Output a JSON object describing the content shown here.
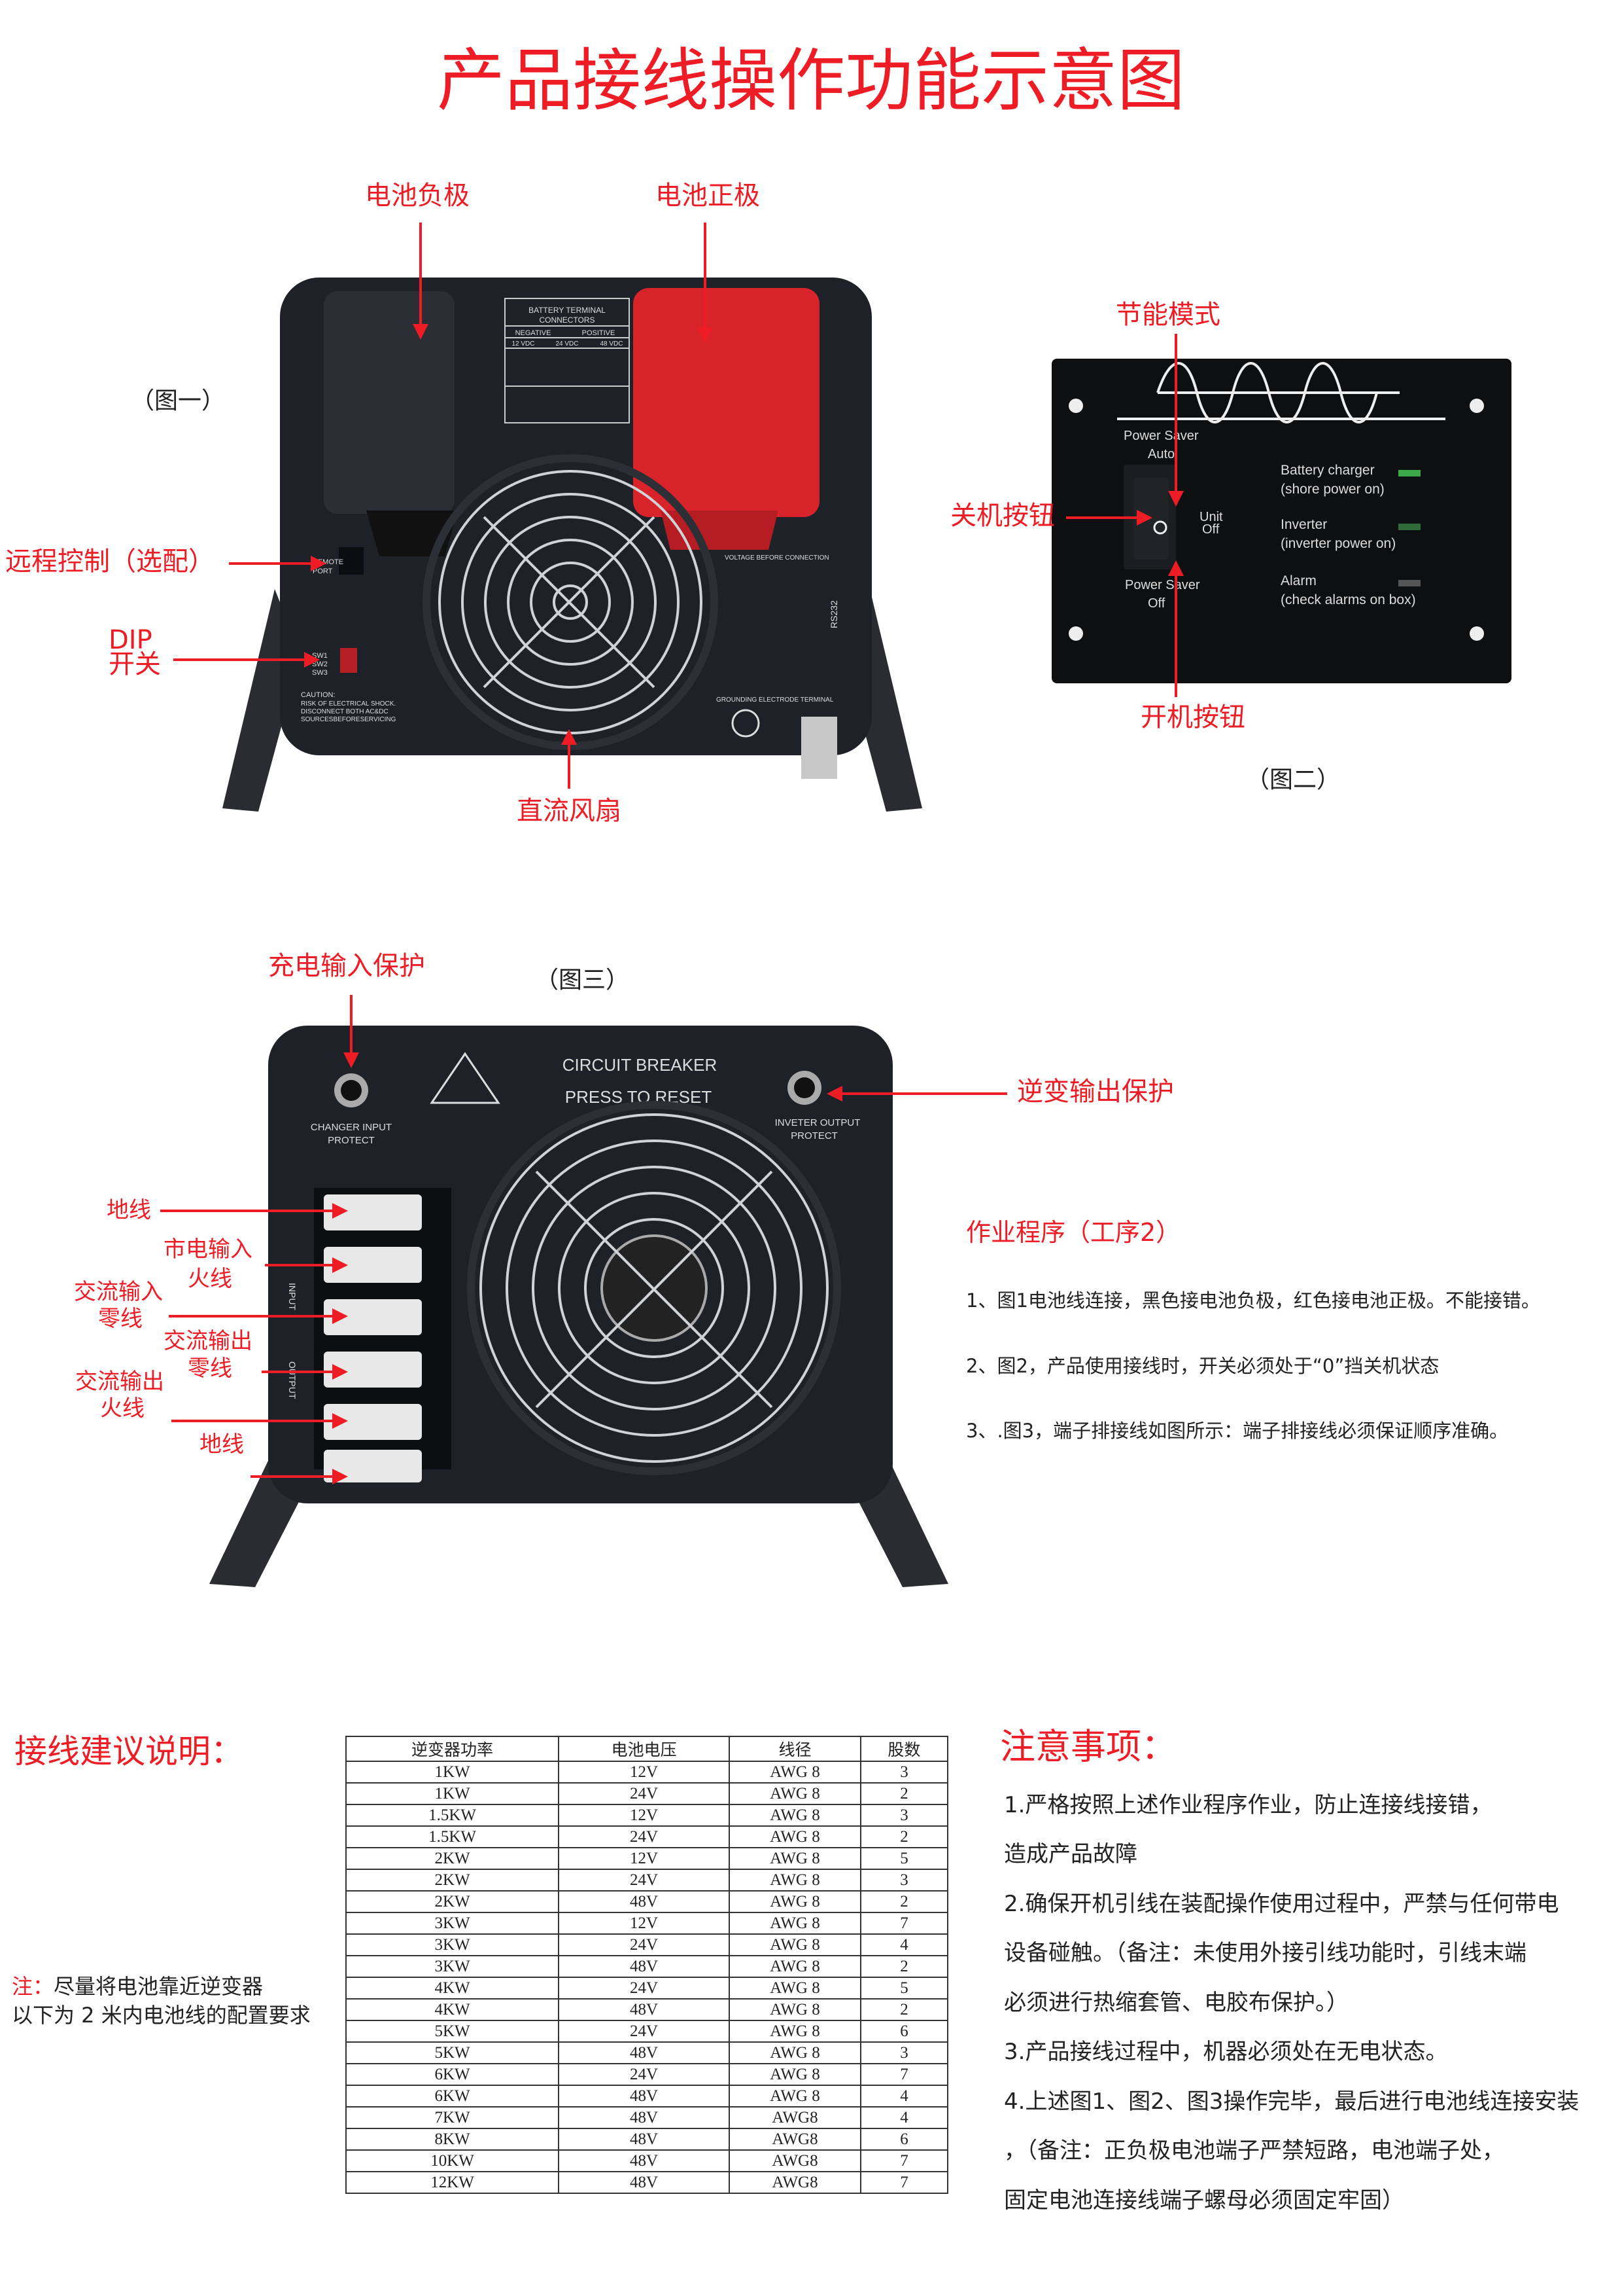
{
  "title": "产品接线操作功能示意图",
  "colors": {
    "accent": "#ee1c25",
    "device_body": "#1e2128",
    "positive_cover": "#d8232a"
  },
  "figure1": {
    "caption": "（图一）",
    "labels": {
      "battery_negative": "电池负极",
      "battery_positive": "电池正极",
      "remote_control": "远程控制（选配）",
      "dip_line1": "DIP",
      "dip_line2": "开关",
      "dc_fan": "直流风扇"
    },
    "device_text": {
      "terminal_title1": "BATTERY TERMINAL",
      "terminal_title2": "CONNECTORS",
      "negative": "NEGATIVE",
      "positive": "POSITIVE",
      "v12": "12 VDC",
      "v24": "24 VDC",
      "v48": "48 VDC",
      "remote_port1": "REMOTE",
      "remote_port2": "PORT",
      "sw1": "SW1",
      "sw2": "SW2",
      "sw3": "SW3",
      "caution1": "CAUTION:",
      "caution2": "RISK OF ELECTRICAL SHOCK.",
      "caution3": "DISCONNECT BOTH AC&DC",
      "caution4": "SOURCESBEFORESERVICING",
      "rs232": "RS232",
      "grounding": "GROUNDING ELECTRODE TERMINAL",
      "voltage_check": "VOLTAGE BEFORE CONNECTION"
    }
  },
  "figure2": {
    "caption": "（图二）",
    "labels": {
      "power_saver_mode": "节能模式",
      "off_button": "关机按钮",
      "on_button": "开机按钮"
    },
    "panel_text": {
      "power_saver_auto1": "Power Saver",
      "power_saver_auto2": "Auto",
      "unit_off1": "Unit",
      "unit_off2": "Off",
      "power_saver_off1": "Power Saver",
      "power_saver_off2": "Off",
      "battery_charger": "Battery charger",
      "battery_charger_sub": "(shore power on)",
      "inverter": "Inverter",
      "inverter_sub": "(inverter power on)",
      "alarm": "Alarm",
      "alarm_sub": "(check alarms on box)"
    }
  },
  "figure3": {
    "caption": "（图三）",
    "labels": {
      "charge_input_protect": "充电输入保护",
      "inverter_output_protect": "逆变输出保护",
      "ground_top": "地线",
      "mains_input_l1": "市电输入",
      "mains_input_l2": "火线",
      "ac_input_n1": "交流输入",
      "ac_input_n2": "零线",
      "ac_output_n1": "交流输出",
      "ac_output_n2": "零线",
      "ac_output_l1": "交流输出",
      "ac_output_l2": "火线",
      "ground_bottom": "地线"
    },
    "device_text": {
      "circuit_breaker": "CIRCUIT BREAKER",
      "press_reset": "PRESS TO RESET",
      "charger_input1": "CHANGER INPUT",
      "charger_input2": "PROTECT",
      "inverter_output1": "INVETER OUTPUT",
      "inverter_output2": "PROTECT",
      "input": "INPUT",
      "output": "OUTPUT"
    }
  },
  "procedure": {
    "title": "作业程序（工序2）",
    "steps": [
      "1、图1电池线连接，黑色接电池负极，红色接电池正极。不能接错。",
      "2、图2，产品使用接线时，开关必须处于“0”挡关机状态",
      "3、.图3，端子排接线如图所示：端子排接线必须保证顺序准确。"
    ]
  },
  "wiring": {
    "title": "接线建议说明：",
    "note_prefix": "注：",
    "note_line1": "尽量将电池靠近逆变器",
    "note_line2": "以下为 2 米内电池线的配置要求",
    "table": {
      "headers": [
        "逆变器功率",
        "电池电压",
        "线径",
        "股数"
      ],
      "rows": [
        [
          "1KW",
          "12V",
          "AWG 8",
          "3"
        ],
        [
          "1KW",
          "24V",
          "AWG 8",
          "2"
        ],
        [
          "1.5KW",
          "12V",
          "AWG 8",
          "3"
        ],
        [
          "1.5KW",
          "24V",
          "AWG 8",
          "2"
        ],
        [
          "2KW",
          "12V",
          "AWG 8",
          "5"
        ],
        [
          "2KW",
          "24V",
          "AWG 8",
          "3"
        ],
        [
          "2KW",
          "48V",
          "AWG 8",
          "2"
        ],
        [
          "3KW",
          "12V",
          "AWG 8",
          "7"
        ],
        [
          "3KW",
          "24V",
          "AWG 8",
          "4"
        ],
        [
          "3KW",
          "48V",
          "AWG 8",
          "2"
        ],
        [
          "4KW",
          "24V",
          "AWG 8",
          "5"
        ],
        [
          "4KW",
          "48V",
          "AWG 8",
          "2"
        ],
        [
          "5KW",
          "24V",
          "AWG 8",
          "6"
        ],
        [
          "5KW",
          "48V",
          "AWG 8",
          "3"
        ],
        [
          "6KW",
          "24V",
          "AWG 8",
          "7"
        ],
        [
          "6KW",
          "48V",
          "AWG 8",
          "4"
        ],
        [
          "7KW",
          "48V",
          "AWG8",
          "4"
        ],
        [
          "8KW",
          "48V",
          "AWG8",
          "6"
        ],
        [
          "10KW",
          "48V",
          "AWG8",
          "7"
        ],
        [
          "12KW",
          "48V",
          "AWG8",
          "7"
        ]
      ]
    }
  },
  "notices": {
    "title": "注意事项：",
    "lines": [
      "1.严格按照上述作业程序作业，防止连接线接错，",
      "造成产品故障",
      "2.确保开机引线在装配操作使用过程中，严禁与任何带电",
      "设备碰触。（备注：未使用外接引线功能时，引线末端",
      "必须进行热缩套管、电胶布保护。）",
      "3.产品接线过程中，机器必须处在无电状态。",
      "4.上述图1、图2、图3操作完毕，最后进行电池线连接安装",
      "，（备注：正负极电池端子严禁短路，电池端子处，",
      "固定电池连接线端子螺母必须固定牢固）"
    ]
  }
}
